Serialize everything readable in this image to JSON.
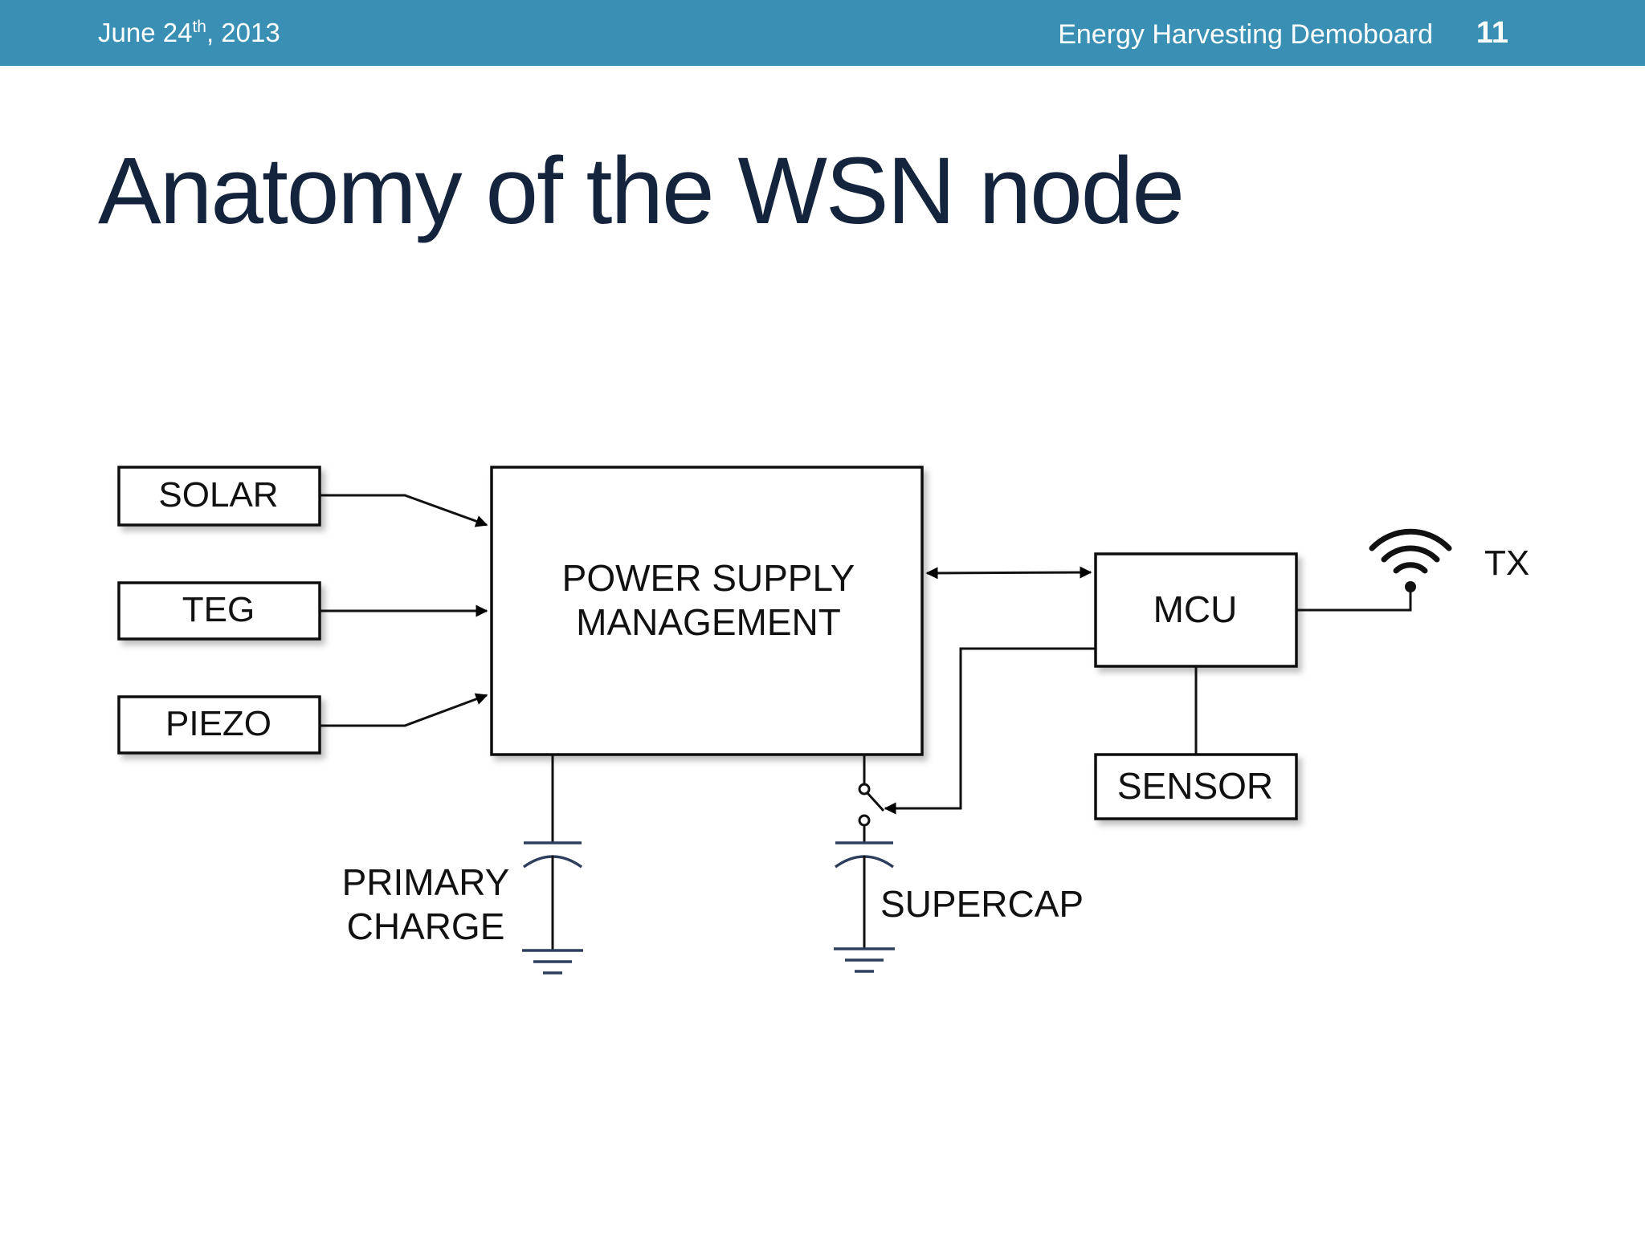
{
  "header": {
    "date_prefix": "June 24",
    "date_sup": "th",
    "date_suffix": ", 2013",
    "deck_title": "Energy Harvesting Demoboard",
    "page_number": "11"
  },
  "title": "Anatomy of the WSN node",
  "diagram": {
    "sources": [
      "SOLAR",
      "TEG",
      "PIEZO"
    ],
    "psm_line1": "POWER SUPPLY",
    "psm_line2": "MANAGEMENT",
    "mcu": "MCU",
    "sensor": "SENSOR",
    "tx": "TX",
    "primary_line1": "PRIMARY",
    "primary_line2": "CHARGE",
    "supercap": "SUPERCAP",
    "icons": [
      "wifi-icon",
      "capacitor-icon",
      "ground-icon",
      "switch-icon"
    ],
    "colors": {
      "header_bg": "#3a90b4",
      "title": "#13243c",
      "capacitor": "#2e3f5e"
    }
  }
}
